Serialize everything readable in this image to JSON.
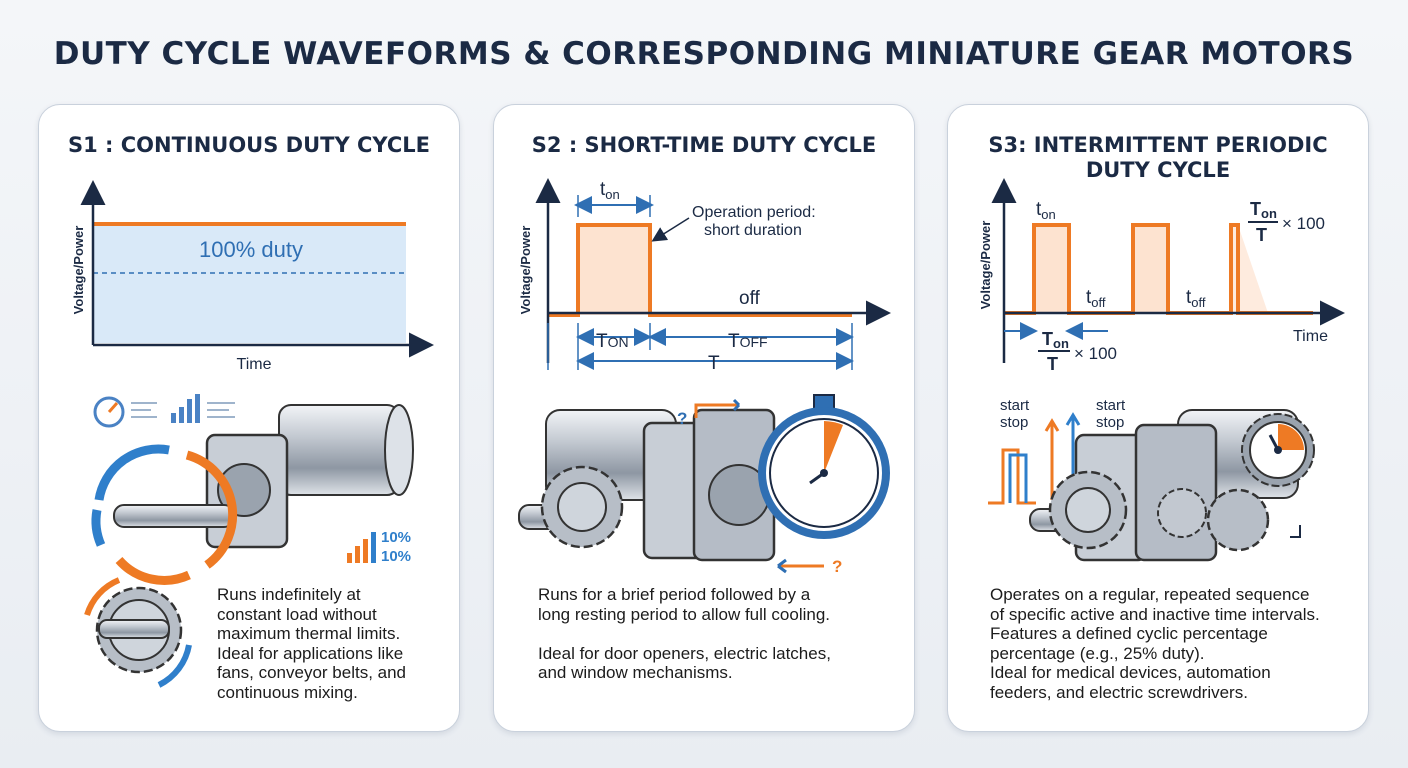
{
  "title": "DUTY CYCLE WAVEFORMS & CORRESPONDING MINIATURE GEAR MOTORS",
  "colors": {
    "orange": "#ee7a24",
    "blue": "#2f7fcb",
    "navy": "#1b2a44",
    "fill_blue": "#d9e9f8",
    "fill_orange": "#fde3d0"
  },
  "panels": [
    {
      "title": "S1 : CONTINUOUS DUTY CYCLE",
      "chart": {
        "ylabel": "Voltage/Power",
        "xlabel": "Time",
        "label": "100% duty"
      },
      "indicators": {
        "pct1": "10%",
        "pct2": "10%"
      },
      "icons": [
        "gauge-icon",
        "bar-chart-icon",
        "rotation-arrows-icon",
        "gear-icon"
      ],
      "desc": [
        "Runs indefinitely at",
        "constant load without",
        "maximum thermal limits.",
        "Ideal for applications like",
        "fans, conveyor belts, and",
        "continuous mixing."
      ]
    },
    {
      "title": "S2 : SHORT-TIME DUTY CYCLE",
      "chart": {
        "ylabel": "Voltage/Power",
        "t_on": "t",
        "t_on_sub": "on",
        "callout_line1": "Operation period:",
        "callout_line2": "short duration",
        "off_label": "off",
        "T_on": "T",
        "T_on_sub": "ON",
        "T_off": "T",
        "T_off_sub": "OFF",
        "T_period": "T"
      },
      "question_marks": [
        "?",
        "?"
      ],
      "icons": [
        "stopwatch-icon",
        "gear-icon"
      ],
      "desc": [
        "Runs for a brief period followed by a",
        "long resting period to allow full cooling.",
        "",
        "Ideal for door openers, electric latches,",
        "and window mechanisms."
      ]
    },
    {
      "title_lines": [
        "S3: INTERMITTENT PERIODIC",
        "DUTY CYCLE"
      ],
      "chart": {
        "ylabel": "Voltage/Power",
        "xlabel": "Time",
        "t": "t",
        "on_sub": "on",
        "off_sub": "off",
        "T_on": "T",
        "T_on_sub": "on",
        "T": "T",
        "times100": "× 100"
      },
      "labels": {
        "start1": "start",
        "stop1": "stop",
        "start2": "start",
        "stop2": "stop"
      },
      "icons": [
        "clock-icon",
        "gear-icon"
      ],
      "desc": [
        "Operates on a regular, repeated sequence",
        "of specific active and inactive time intervals.",
        "Features a defined cyclic percentage",
        "percentage (e.g., 25% duty).",
        "Ideal for medical devices, automation",
        "feeders, and electric screwdrivers."
      ]
    }
  ]
}
